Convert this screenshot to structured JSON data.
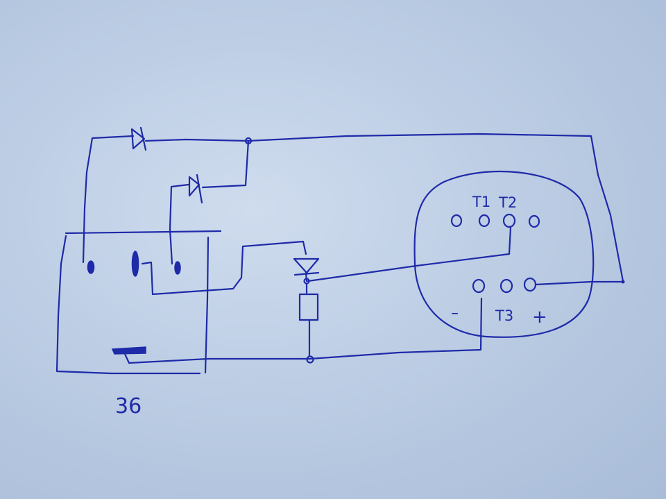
{
  "labels": {
    "t1": "T1",
    "t2": "T2",
    "t3": "T3",
    "minus": "–",
    "plus": "+",
    "relay": "36"
  },
  "ink_color": "#1e2aa8",
  "paper_color": "#bccde4"
}
